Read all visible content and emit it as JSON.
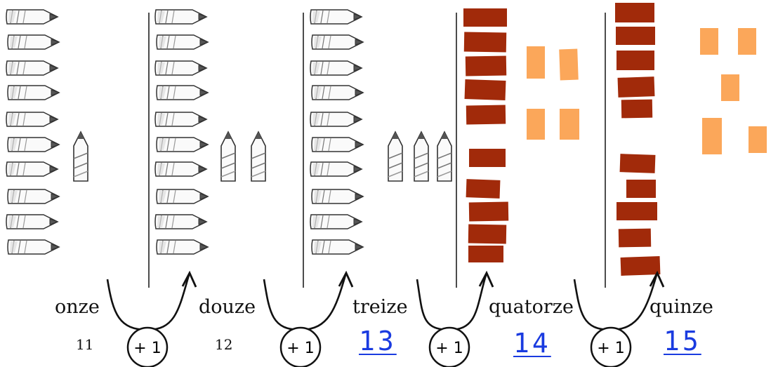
{
  "colors": {
    "brick": "#a12a0a",
    "orange": "#fba75a",
    "pencil_tip": "#666666",
    "handwritten": "#1a3be0",
    "line": "#111111"
  },
  "groups": [
    {
      "word": "onze",
      "number": "11",
      "number_style": "printed",
      "tens": 1,
      "units": 1,
      "material": "pencils"
    },
    {
      "word": "douze",
      "number": "12",
      "number_style": "printed",
      "tens": 1,
      "units": 2,
      "material": "pencils"
    },
    {
      "word": "treize",
      "number": "13",
      "number_style": "handwritten",
      "tens": 1,
      "units": 3,
      "material": "pencils"
    },
    {
      "word": "quatorze",
      "number": "14",
      "number_style": "handwritten",
      "tens": 1,
      "units": 4,
      "material": "bricks"
    },
    {
      "word": "quinze",
      "number": "15",
      "number_style": "handwritten",
      "tens": 1,
      "units": 5,
      "material": "bricks"
    }
  ],
  "step": {
    "label": "+ 1",
    "count": 4
  }
}
